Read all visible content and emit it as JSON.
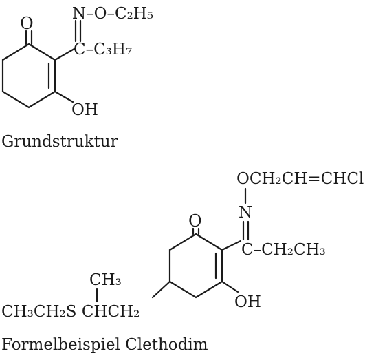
{
  "structure1": {
    "atom_o_ketone": "O",
    "n_group": "N–O–C₂H₅",
    "c_group": "C–C₃H₇",
    "oh": "OH",
    "caption": "Grundstruktur"
  },
  "structure2": {
    "oxime_ether": "OCH₂CH=CHCl",
    "atom_n": "N",
    "atom_o_ketone": "O",
    "c_group": "C–CH₂CH₃",
    "methyl": "CH₃",
    "side_chain": "CH₃CH₂S CHCH₂",
    "oh": "OH",
    "caption": "Formelbeispiel Clethodim"
  }
}
